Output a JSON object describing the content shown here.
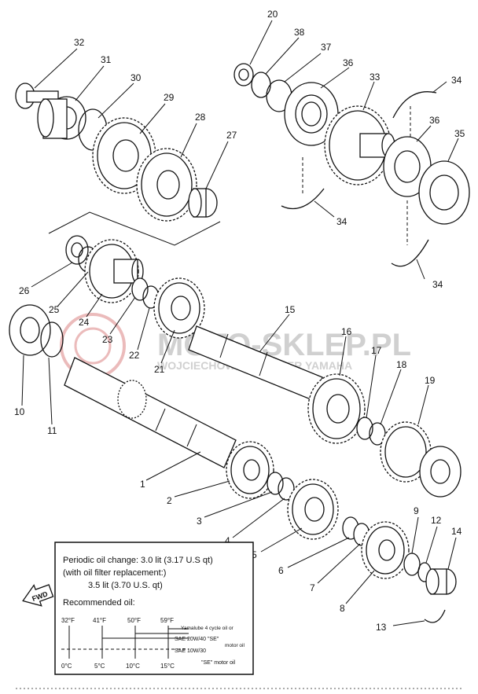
{
  "part_numbers": {
    "p1": "1",
    "p2": "2",
    "p3": "3",
    "p4": "4",
    "p5": "5",
    "p6": "6",
    "p7": "7",
    "p8": "8",
    "p9": "9",
    "p10": "10",
    "p11": "11",
    "p12": "12",
    "p13": "13",
    "p14": "14",
    "p15": "15",
    "p16": "16",
    "p17": "17",
    "p18": "18",
    "p19": "19",
    "p20": "20",
    "p21": "21",
    "p22": "22",
    "p23": "23",
    "p24": "24",
    "p25": "25",
    "p26": "26",
    "p27": "27",
    "p28": "28",
    "p29": "29",
    "p30": "30",
    "p31": "31",
    "p32": "32",
    "p33": "33",
    "p34": "34",
    "p35": "35",
    "p36": "36",
    "p37": "37",
    "p38": "38"
  },
  "watermark": {
    "brand": "MOTO-SKLEP.PL",
    "sub": "WOJCIECHOWSKI DEALER YAMAHA"
  },
  "fwd_label": "FWD",
  "oil_box": {
    "line1": "Periodic oil change: 3.0 lit (3.17 U.S qt)",
    "line2": "(with oil filter replacement:)",
    "line3": "3.5 lit (3.70 U.S. qt)",
    "line4": "Recommended oil:",
    "temps_f": [
      "32°F",
      "41°F",
      "50°F",
      "59°F"
    ],
    "temps_c": [
      "0°C",
      "5°C",
      "10°C",
      "15°C"
    ],
    "oil1": "Yamalube 4 cycle oil or",
    "oil2": "SAE 20W/40 \"SE\"",
    "oil2b": "motor oil",
    "oil3": "SAE 10W/30",
    "oil4": "\"SE\" motor oil"
  }
}
